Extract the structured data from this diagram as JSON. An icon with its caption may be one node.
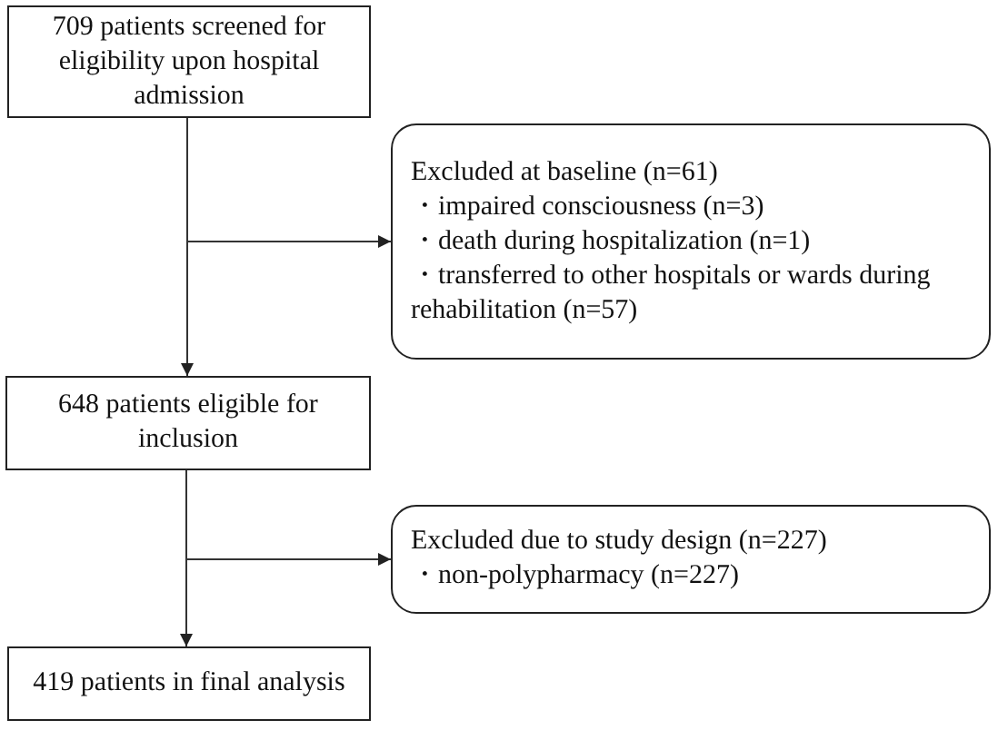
{
  "diagram": {
    "nodes": [
      {
        "text": [
          "709 patients screened for eligibility upon hospital admission"
        ]
      },
      {
        "text": [
          "Excluded at baseline (n=61)",
          "・impaired consciousness (n=3)",
          "・death during hospitalization (n=1)",
          "・transferred to other hospitals or wards during rehabilitation (n=57)"
        ]
      },
      {
        "text": [
          "648 patients eligible for inclusion"
        ]
      },
      {
        "text": [
          "Excluded due to study design (n=227)",
          "・non-polypharmacy (n=227)"
        ]
      },
      {
        "text": [
          "419 patients in final analysis"
        ]
      }
    ],
    "edges": [
      {
        "from": 0,
        "to": 2,
        "arrow": "to"
      },
      {
        "from": 0,
        "to": 1,
        "arrow": "to"
      },
      {
        "from": 2,
        "to": 4,
        "arrow": "to"
      },
      {
        "from": 2,
        "to": 3,
        "arrow": "to"
      }
    ]
  }
}
